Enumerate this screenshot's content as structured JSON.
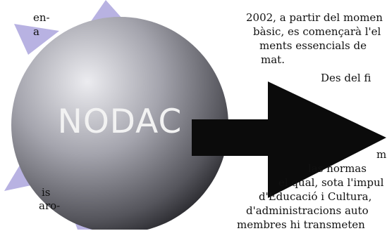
{
  "sphere": {
    "label": "NODAC",
    "highlight_color": "#e8e8ec",
    "shadow_color": "#2e2e33"
  },
  "arrow": {
    "color": "#0b0b0b"
  },
  "star_color": "#b8b2e2",
  "left_column": {
    "lines": [
      "en-",
      "a",
      "is",
      "aro-"
    ]
  },
  "right_column": {
    "lines": [
      "2002, a partir del momen",
      "bàsic, es començarà l'el",
      "ments essencials de",
      "mat.",
      "Des del fi",
      "m",
      "las normas",
      "el qual, sota l'impul",
      "d'Educació i Cultura,",
      "d'administracions auto",
      "membres hi transmeten"
    ]
  }
}
